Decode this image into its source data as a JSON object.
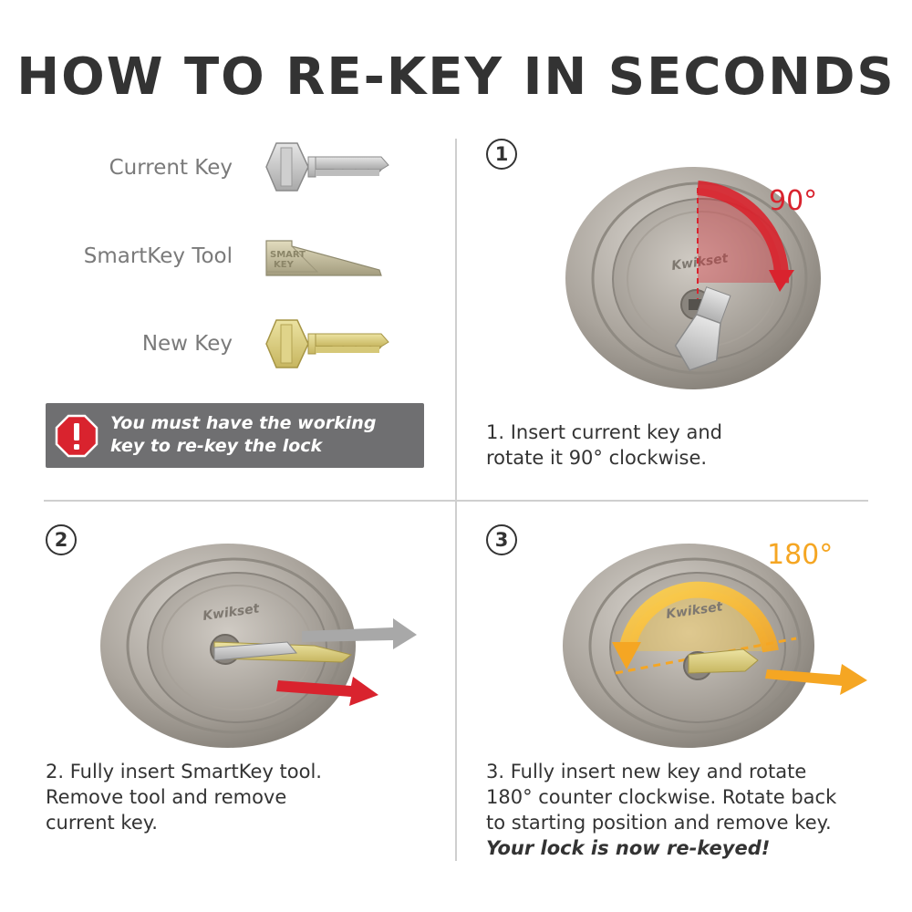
{
  "title": "HOW TO RE-KEY IN SECONDS",
  "legend": {
    "current_key": "Current Key",
    "smartkey_tool": "SmartKey Tool",
    "new_key": "New Key"
  },
  "warning": {
    "icon": "exclamation-octagon-icon",
    "line1": "You must have the working",
    "line2": "key to re-key the lock"
  },
  "brand": "Kwikset",
  "tool_stamp": "SMART KEY",
  "steps": [
    {
      "number": "1",
      "angle": "90°",
      "line1": "1. Insert current key and",
      "line2": "rotate it 90° clockwise."
    },
    {
      "number": "2",
      "line1": "2. Fully insert SmartKey tool.",
      "line2": "Remove tool and remove",
      "line3": "current key."
    },
    {
      "number": "3",
      "angle": "180°",
      "line1": "3. Fully insert new key and rotate",
      "line2": "180° counter clockwise. Rotate back",
      "line3": "to starting position and remove key.",
      "emphasis": "Your lock is now re-keyed!"
    }
  ],
  "colors": {
    "title": "#333333",
    "label_gray": "#7a7a7a",
    "warning_bg": "#6f6f71",
    "warning_icon": "#d9232e",
    "arrow_red": "#d9232e",
    "arrow_gold": "#f5a623",
    "arrow_gray": "#a8a8a8",
    "nickel": "#b9b4ad"
  }
}
